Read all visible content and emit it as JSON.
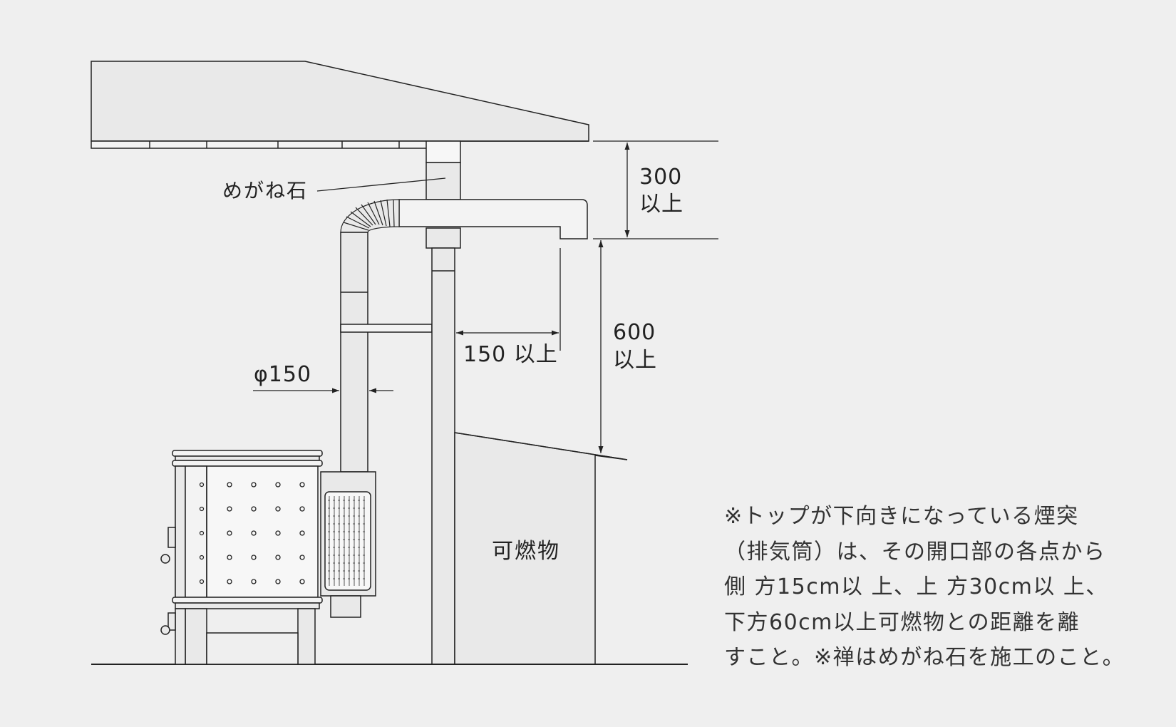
{
  "labels": {
    "megane_ishi": "めがね石",
    "clear_top_value": "300",
    "clear_top_unit": "以上",
    "clear_side": "150 以上",
    "clear_bottom_value": "600",
    "clear_bottom_unit": "以上",
    "diameter": "φ150",
    "combustible": "可燃物"
  },
  "note": {
    "lines": [
      "※トップが下向きになっている煙突",
      "（排気筒）は、その開口部の各点から",
      "側 方15cm以 上、上 方30cm以 上、",
      "下方60cm以上可燃物との距離を離",
      "すこと。※禅はめがね石を施工のこと。"
    ]
  },
  "colors": {
    "background": "#efefef",
    "fill_light": "#e9e9e9",
    "fill_white": "#f7f7f7",
    "stroke": "#222222"
  }
}
